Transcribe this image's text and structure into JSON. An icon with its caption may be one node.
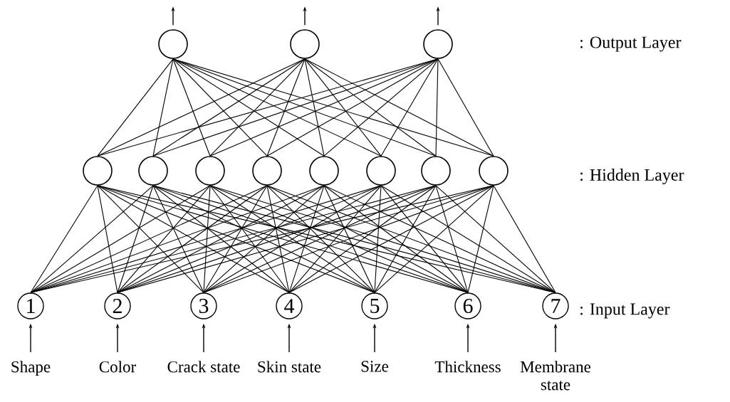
{
  "diagram": {
    "nodes": [
      {
        "text": [],
        "shape": "circle"
      },
      {
        "text": [],
        "shape": "circle"
      },
      {
        "text": [],
        "shape": "circle"
      },
      {
        "text": [],
        "shape": "circle"
      },
      {
        "text": [],
        "shape": "circle"
      },
      {
        "text": [],
        "shape": "circle"
      },
      {
        "text": [],
        "shape": "circle"
      },
      {
        "text": [],
        "shape": "circle"
      },
      {
        "text": [],
        "shape": "circle"
      },
      {
        "text": [],
        "shape": "circle"
      },
      {
        "text": [],
        "shape": "circle"
      },
      {
        "text": [
          "1"
        ]
      },
      {
        "text": [
          "2"
        ]
      },
      {
        "text": [
          "3"
        ]
      },
      {
        "text": [
          "4"
        ]
      },
      {
        "text": [
          "5"
        ]
      },
      {
        "text": [
          "6"
        ]
      },
      {
        "text": [
          "7"
        ]
      },
      {
        "text": [
          "Shape"
        ]
      },
      {
        "text": [
          "Color"
        ]
      },
      {
        "text": [
          "Crack state"
        ]
      },
      {
        "text": [
          "Skin state"
        ]
      },
      {
        "text": [
          "Size"
        ]
      },
      {
        "text": [
          "Thickness"
        ]
      },
      {
        "text": [
          "Membrane state"
        ]
      }
    ],
    "edges": [
      {
        "from": 0,
        "to": null,
        "arrow": "to"
      },
      {
        "from": 1,
        "to": null,
        "arrow": "to"
      },
      {
        "from": 2,
        "to": null,
        "arrow": "to"
      },
      {
        "from": 18,
        "to": 11,
        "arrow": "to"
      },
      {
        "from": 19,
        "to": 12,
        "arrow": "to"
      },
      {
        "from": 20,
        "to": 13,
        "arrow": "to"
      },
      {
        "from": 21,
        "to": 14,
        "arrow": "to"
      },
      {
        "from": 22,
        "to": 15,
        "arrow": "to"
      },
      {
        "from": 23,
        "to": 16,
        "arrow": "to"
      },
      {
        "from": 24,
        "to": 17,
        "arrow": "to"
      },
      {
        "from": 11,
        "to": 3,
        "arrow": "none"
      },
      {
        "from": 11,
        "to": 4,
        "arrow": "none"
      },
      {
        "from": 11,
        "to": 5,
        "arrow": "none"
      },
      {
        "from": 11,
        "to": 6,
        "arrow": "none"
      },
      {
        "from": 11,
        "to": 7,
        "arrow": "none"
      },
      {
        "from": 11,
        "to": 8,
        "arrow": "none"
      },
      {
        "from": 11,
        "to": 9,
        "arrow": "none"
      },
      {
        "from": 11,
        "to": 10,
        "arrow": "none"
      },
      {
        "from": 12,
        "to": 3,
        "arrow": "none"
      },
      {
        "from": 12,
        "to": 4,
        "arrow": "none"
      },
      {
        "from": 12,
        "to": 5,
        "arrow": "none"
      },
      {
        "from": 12,
        "to": 6,
        "arrow": "none"
      },
      {
        "from": 12,
        "to": 7,
        "arrow": "none"
      },
      {
        "from": 12,
        "to": 8,
        "arrow": "none"
      },
      {
        "from": 12,
        "to": 9,
        "arrow": "none"
      },
      {
        "from": 12,
        "to": 10,
        "arrow": "none"
      },
      {
        "from": 13,
        "to": 3,
        "arrow": "none"
      },
      {
        "from": 13,
        "to": 4,
        "arrow": "none"
      },
      {
        "from": 13,
        "to": 5,
        "arrow": "none"
      },
      {
        "from": 13,
        "to": 6,
        "arrow": "none"
      },
      {
        "from": 13,
        "to": 7,
        "arrow": "none"
      },
      {
        "from": 13,
        "to": 8,
        "arrow": "none"
      },
      {
        "from": 13,
        "to": 9,
        "arrow": "none"
      },
      {
        "from": 13,
        "to": 10,
        "arrow": "none"
      },
      {
        "from": 14,
        "to": 3,
        "arrow": "none"
      },
      {
        "from": 14,
        "to": 4,
        "arrow": "none"
      },
      {
        "from": 14,
        "to": 5,
        "arrow": "none"
      },
      {
        "from": 14,
        "to": 6,
        "arrow": "none"
      },
      {
        "from": 14,
        "to": 7,
        "arrow": "none"
      },
      {
        "from": 14,
        "to": 8,
        "arrow": "none"
      },
      {
        "from": 14,
        "to": 9,
        "arrow": "none"
      },
      {
        "from": 14,
        "to": 10,
        "arrow": "none"
      },
      {
        "from": 15,
        "to": 3,
        "arrow": "none"
      },
      {
        "from": 15,
        "to": 4,
        "arrow": "none"
      },
      {
        "from": 15,
        "to": 5,
        "arrow": "none"
      },
      {
        "from": 15,
        "to": 6,
        "arrow": "none"
      },
      {
        "from": 15,
        "to": 7,
        "arrow": "none"
      },
      {
        "from": 15,
        "to": 8,
        "arrow": "none"
      },
      {
        "from": 15,
        "to": 9,
        "arrow": "none"
      },
      {
        "from": 15,
        "to": 10,
        "arrow": "none"
      },
      {
        "from": 16,
        "to": 3,
        "arrow": "none"
      },
      {
        "from": 16,
        "to": 4,
        "arrow": "none"
      },
      {
        "from": 16,
        "to": 5,
        "arrow": "none"
      },
      {
        "from": 16,
        "to": 6,
        "arrow": "none"
      },
      {
        "from": 16,
        "to": 7,
        "arrow": "none"
      },
      {
        "from": 16,
        "to": 8,
        "arrow": "none"
      },
      {
        "from": 16,
        "to": 9,
        "arrow": "none"
      },
      {
        "from": 16,
        "to": 10,
        "arrow": "none"
      },
      {
        "from": 17,
        "to": 3,
        "arrow": "none"
      },
      {
        "from": 17,
        "to": 4,
        "arrow": "none"
      },
      {
        "from": 17,
        "to": 5,
        "arrow": "none"
      },
      {
        "from": 17,
        "to": 6,
        "arrow": "none"
      },
      {
        "from": 17,
        "to": 7,
        "arrow": "none"
      },
      {
        "from": 17,
        "to": 8,
        "arrow": "none"
      },
      {
        "from": 17,
        "to": 9,
        "arrow": "none"
      },
      {
        "from": 17,
        "to": 10,
        "arrow": "none"
      },
      {
        "from": 3,
        "to": 0,
        "arrow": "none"
      },
      {
        "from": 3,
        "to": 1,
        "arrow": "none"
      },
      {
        "from": 3,
        "to": 2,
        "arrow": "none"
      },
      {
        "from": 4,
        "to": 0,
        "arrow": "none"
      },
      {
        "from": 4,
        "to": 1,
        "arrow": "none"
      },
      {
        "from": 4,
        "to": 2,
        "arrow": "none"
      },
      {
        "from": 5,
        "to": 0,
        "arrow": "none"
      },
      {
        "from": 5,
        "to": 1,
        "arrow": "none"
      },
      {
        "from": 5,
        "to": 2,
        "arrow": "none"
      },
      {
        "from": 6,
        "to": 0,
        "arrow": "none"
      },
      {
        "from": 6,
        "to": 1,
        "arrow": "none"
      },
      {
        "from": 6,
        "to": 2,
        "arrow": "none"
      },
      {
        "from": 7,
        "to": 0,
        "arrow": "none"
      },
      {
        "from": 7,
        "to": 1,
        "arrow": "none"
      },
      {
        "from": 7,
        "to": 2,
        "arrow": "none"
      },
      {
        "from": 8,
        "to": 0,
        "arrow": "none"
      },
      {
        "from": 8,
        "to": 1,
        "arrow": "none"
      },
      {
        "from": 8,
        "to": 2,
        "arrow": "none"
      },
      {
        "from": 9,
        "to": 0,
        "arrow": "none"
      },
      {
        "from": 9,
        "to": 1,
        "arrow": "none"
      },
      {
        "from": 9,
        "to": 2,
        "arrow": "none"
      },
      {
        "from": 10,
        "to": 0,
        "arrow": "none"
      },
      {
        "from": 10,
        "to": 1,
        "arrow": "none"
      },
      {
        "from": 10,
        "to": 2,
        "arrow": "none"
      }
    ],
    "labels": [
      ": Output Layer",
      ": Hidden Layer",
      ": Input Layer"
    ]
  }
}
